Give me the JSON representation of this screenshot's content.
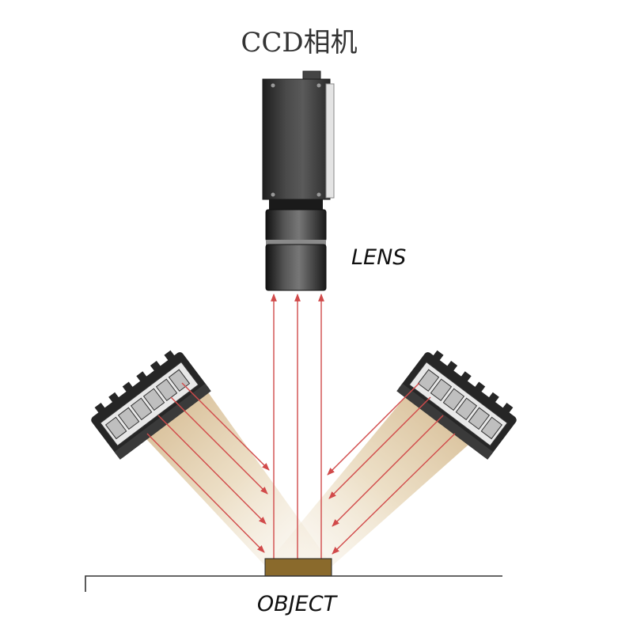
{
  "labels": {
    "camera": "CCD相机",
    "lens": "LENS",
    "object": "OBJECT"
  },
  "colors": {
    "ray": "#d14a4a",
    "beam_light": "#c8a979",
    "camera_body": "#3a3a3a",
    "lens_body": "#2c2c2c",
    "object_fill": "#8a6a2c",
    "light_housing": "#2b2b2b"
  }
}
